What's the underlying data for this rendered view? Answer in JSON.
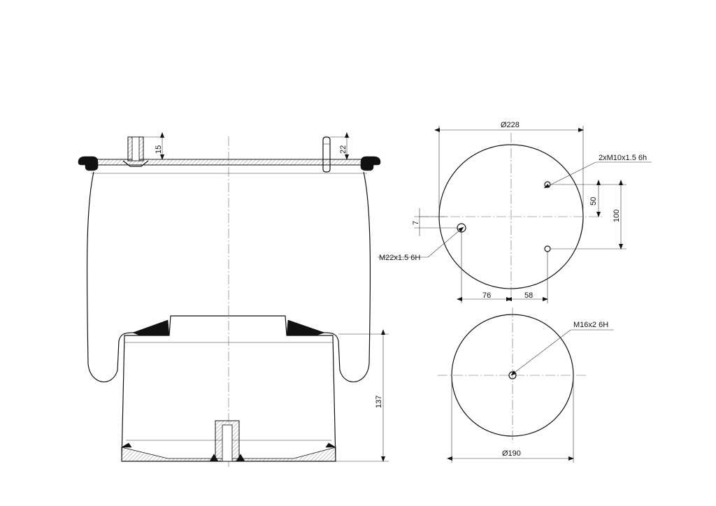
{
  "side_view": {
    "dim_insert_left": "15",
    "dim_insert_right": "22",
    "dim_height": "137"
  },
  "top_view": {
    "dim_diameter": "Ø228",
    "callout_bolts": "2xM10x1.5 6h",
    "callout_port": "M22x1.5 6H",
    "dim_offset_small": "7",
    "dim_vertical_50": "50",
    "dim_vertical_100": "100",
    "dim_horizontal_76": "76",
    "dim_horizontal_58": "58"
  },
  "bottom_view": {
    "callout_thread": "M16x2 6H",
    "dim_diameter": "Ø190"
  }
}
